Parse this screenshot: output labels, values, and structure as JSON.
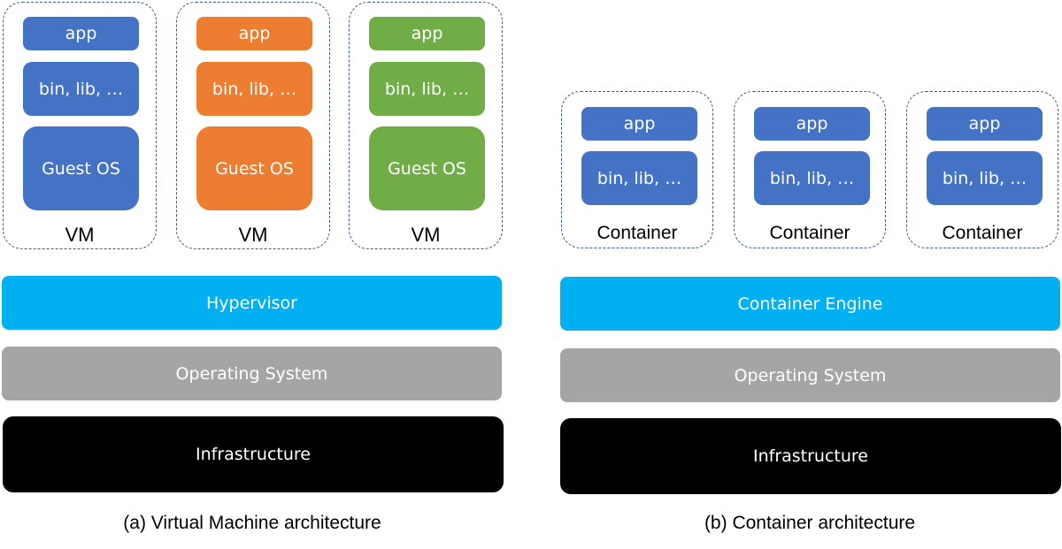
{
  "vm_arch": {
    "vms": [
      {
        "app": "app",
        "bin": "bin, lib, …",
        "os": "Guest OS",
        "label": "VM",
        "color": "#4472c4"
      },
      {
        "app": "app",
        "bin": "bin, lib, …",
        "os": "Guest OS",
        "label": "VM",
        "color": "#ed7d31"
      },
      {
        "app": "app",
        "bin": "bin, lib, …",
        "os": "Guest OS",
        "label": "VM",
        "color": "#70ad47"
      }
    ],
    "hypervisor": "Hypervisor",
    "os": "Operating System",
    "infra": "Infrastructure",
    "caption": "(a) Virtual Machine architecture"
  },
  "container_arch": {
    "containers": [
      {
        "app": "app",
        "bin": "bin, lib, …",
        "label": "Container"
      },
      {
        "app": "app",
        "bin": "bin, lib, …",
        "label": "Container"
      },
      {
        "app": "app",
        "bin": "bin, lib, …",
        "label": "Container"
      }
    ],
    "engine": "Container Engine",
    "os": "Operating System",
    "infra": "Infrastructure",
    "caption": "(b) Container architecture"
  },
  "colors": {
    "cyan": "#00b0f0",
    "gray": "#a5a5a5",
    "black": "#000000",
    "blue": "#4472c4",
    "orange": "#ed7d31",
    "green": "#70ad47"
  }
}
